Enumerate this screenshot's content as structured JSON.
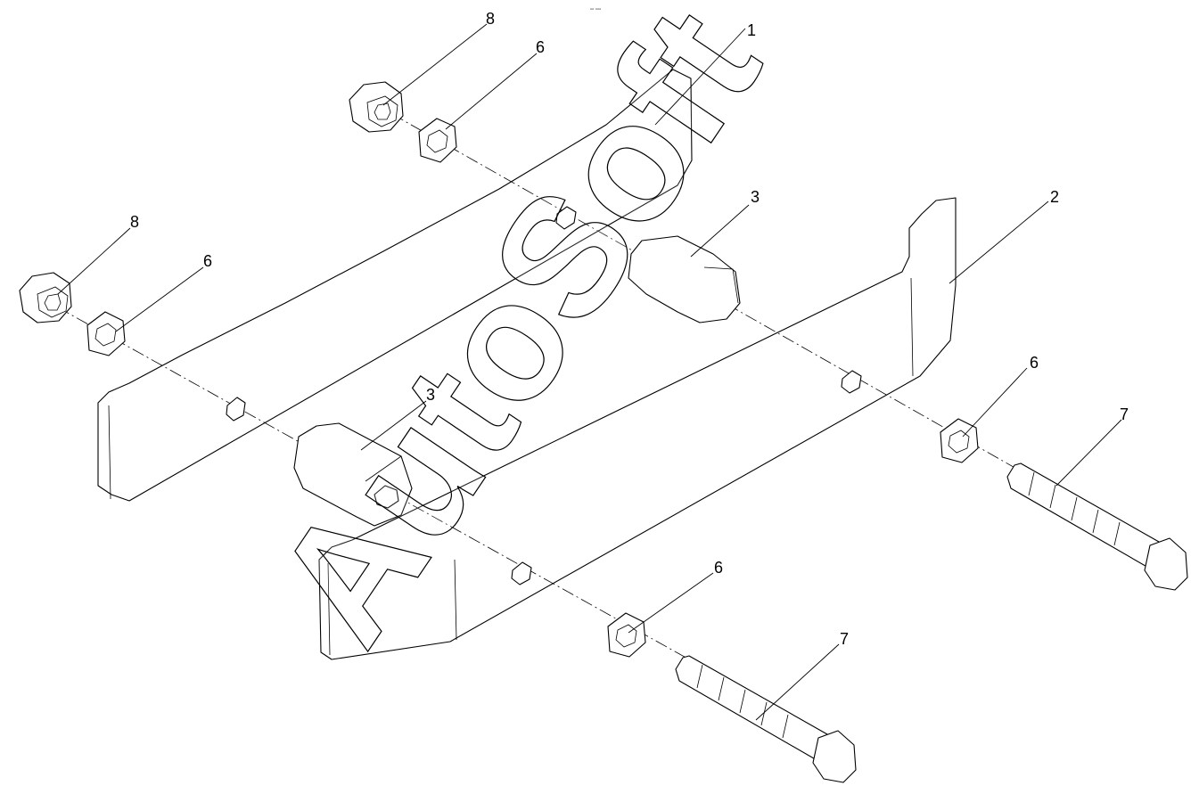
{
  "diagram": {
    "header_mark": "▫▫ ▫▫▫",
    "watermark": "AutoSoft",
    "callouts": {
      "part1": "1",
      "part2": "2",
      "part3_upper": "3",
      "part3_lower": "3",
      "part6_top": "6",
      "part6_left": "6",
      "part6_right": "6",
      "part6_bottom": "6",
      "part7_right": "7",
      "part7_bottom": "7",
      "part8_top": "8",
      "part8_left": "8"
    }
  }
}
